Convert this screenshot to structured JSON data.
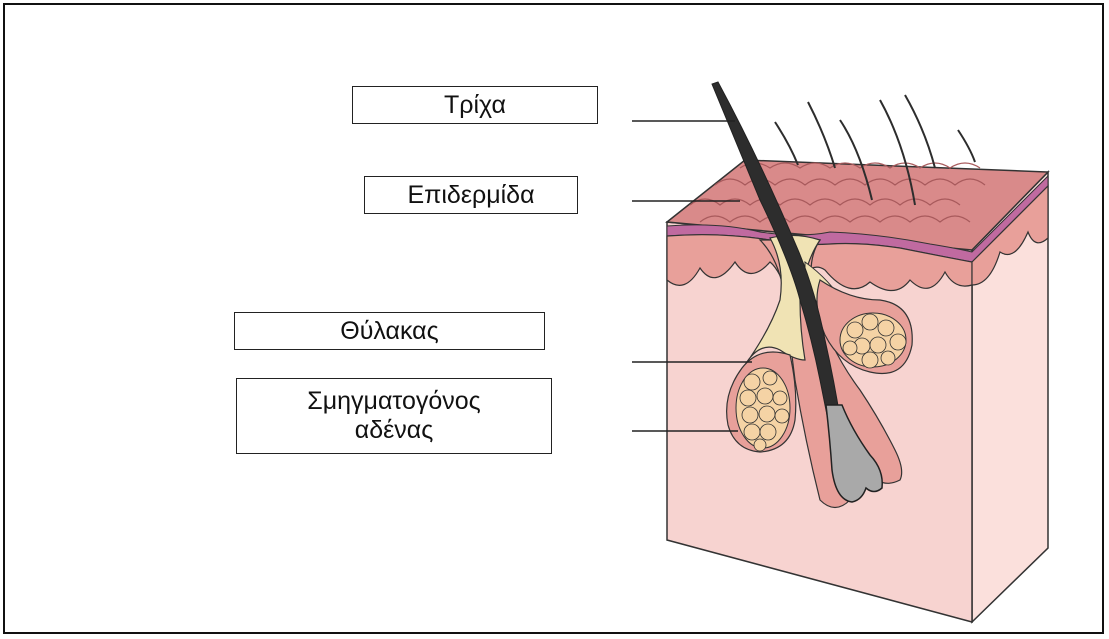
{
  "labels": {
    "hair": "Τρίχα",
    "epidermis": "Επιδερμίδα",
    "follicle": "Θύλακας",
    "sebaceous_line1": "Σμηγματογόνος",
    "sebaceous_line2": "αδένας"
  },
  "colors": {
    "skin_face": "#f7d3d0",
    "skin_side": "#fbe0dc",
    "epidermis": "#d98a8a",
    "epidermis_dark": "#c46a6c",
    "membrane": "#c06aa0",
    "dermis": "#e8a09a",
    "sebum": "#f0e3b4",
    "gland_cells": "#f5d3a5",
    "hair": "#2d2d2d",
    "bulb": "#a9a9a9"
  }
}
